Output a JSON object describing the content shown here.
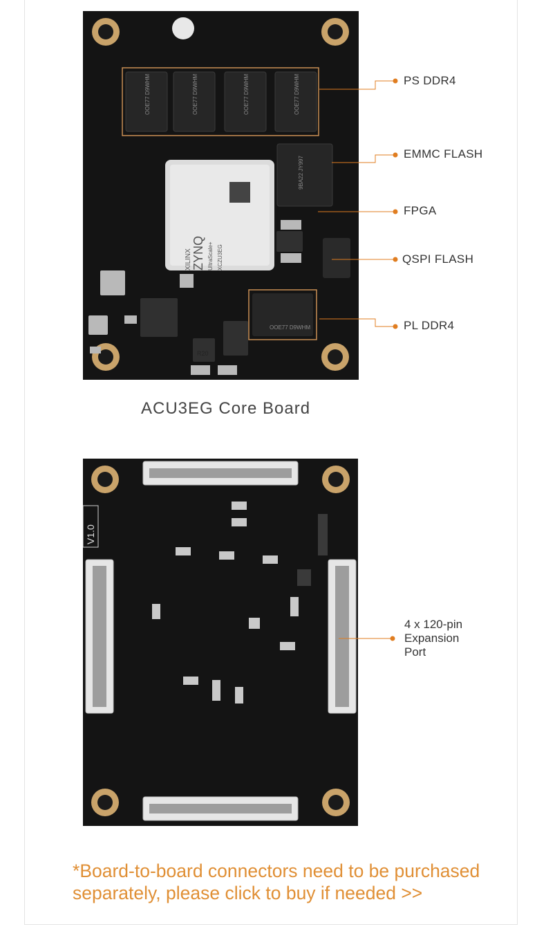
{
  "top_board": {
    "callouts": {
      "ps_ddr4": "PS DDR4",
      "emmc_flash": "EMMC FLASH",
      "fpga": "FPGA",
      "qspi_flash": "QSPI FLASH",
      "pl_ddr4": "PL DDR4"
    },
    "caption": "ACU3EG Core Board",
    "chip_marks": {
      "ddr_code": "OOE77 D9WHM",
      "fpga_brand": "XILINX",
      "fpga_family": "ZYNQ",
      "fpga_series": "UltraScale+",
      "fpga_part": "XCZU3EG",
      "emmc_code": "9BA22 JY997",
      "inductor": "R20"
    }
  },
  "bottom_board": {
    "version_label": "V1.0",
    "callout": {
      "line1": "4 x 120-pin",
      "line2": "Expansion",
      "line3": "Port"
    }
  },
  "note": {
    "line1": "*Board-to-board connectors need to be purchased",
    "line2": "separately, please click to buy if needed >>"
  },
  "colors": {
    "accent": "#e08f35",
    "pcb": "#141414",
    "callout_dot": "#e07d20"
  }
}
